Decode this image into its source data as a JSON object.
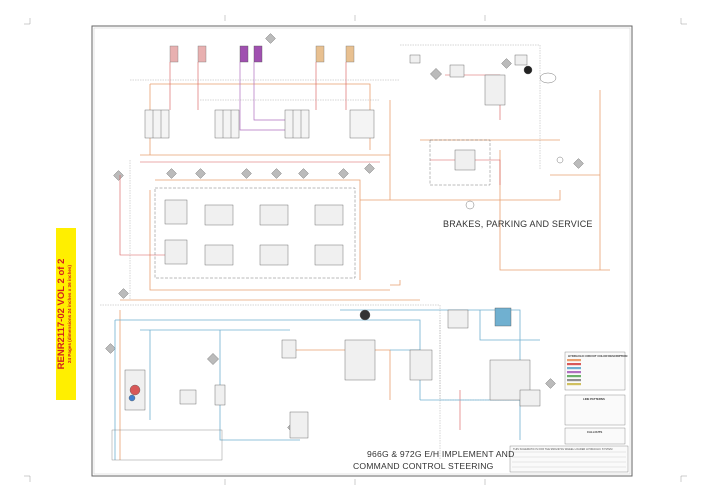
{
  "document": {
    "tab_main": "RENR2117-02 VOL 2 of 2",
    "tab_sub": "24 Pages (dimensions 24 inches x 36 inches)",
    "section_title_brakes": "BRAKES, PARKING AND SERVICE",
    "main_title_line1": "966G & 972G E/H IMPLEMENT AND",
    "main_title_line2": "COMMAND CONTROL STEERING",
    "footer_note": "THIS SCHEMATIC IS FOR THE 966G/972G WHEEL LOADER HYDRAULIC SYSTEM"
  },
  "legend": {
    "title": "HYDRAULIC CIRCUIT COLOR DESCRIPTION",
    "line_patterns_title": "LINE PATTERNS",
    "callouts_title": "CALLOUTS"
  },
  "colors": {
    "supply": "#e8a070",
    "pilot": "#d85858",
    "steering": "#70b0d0",
    "implement": "#b070c0",
    "return": "#909090",
    "tab": "#ffef00",
    "tab_text": "#d42020"
  }
}
